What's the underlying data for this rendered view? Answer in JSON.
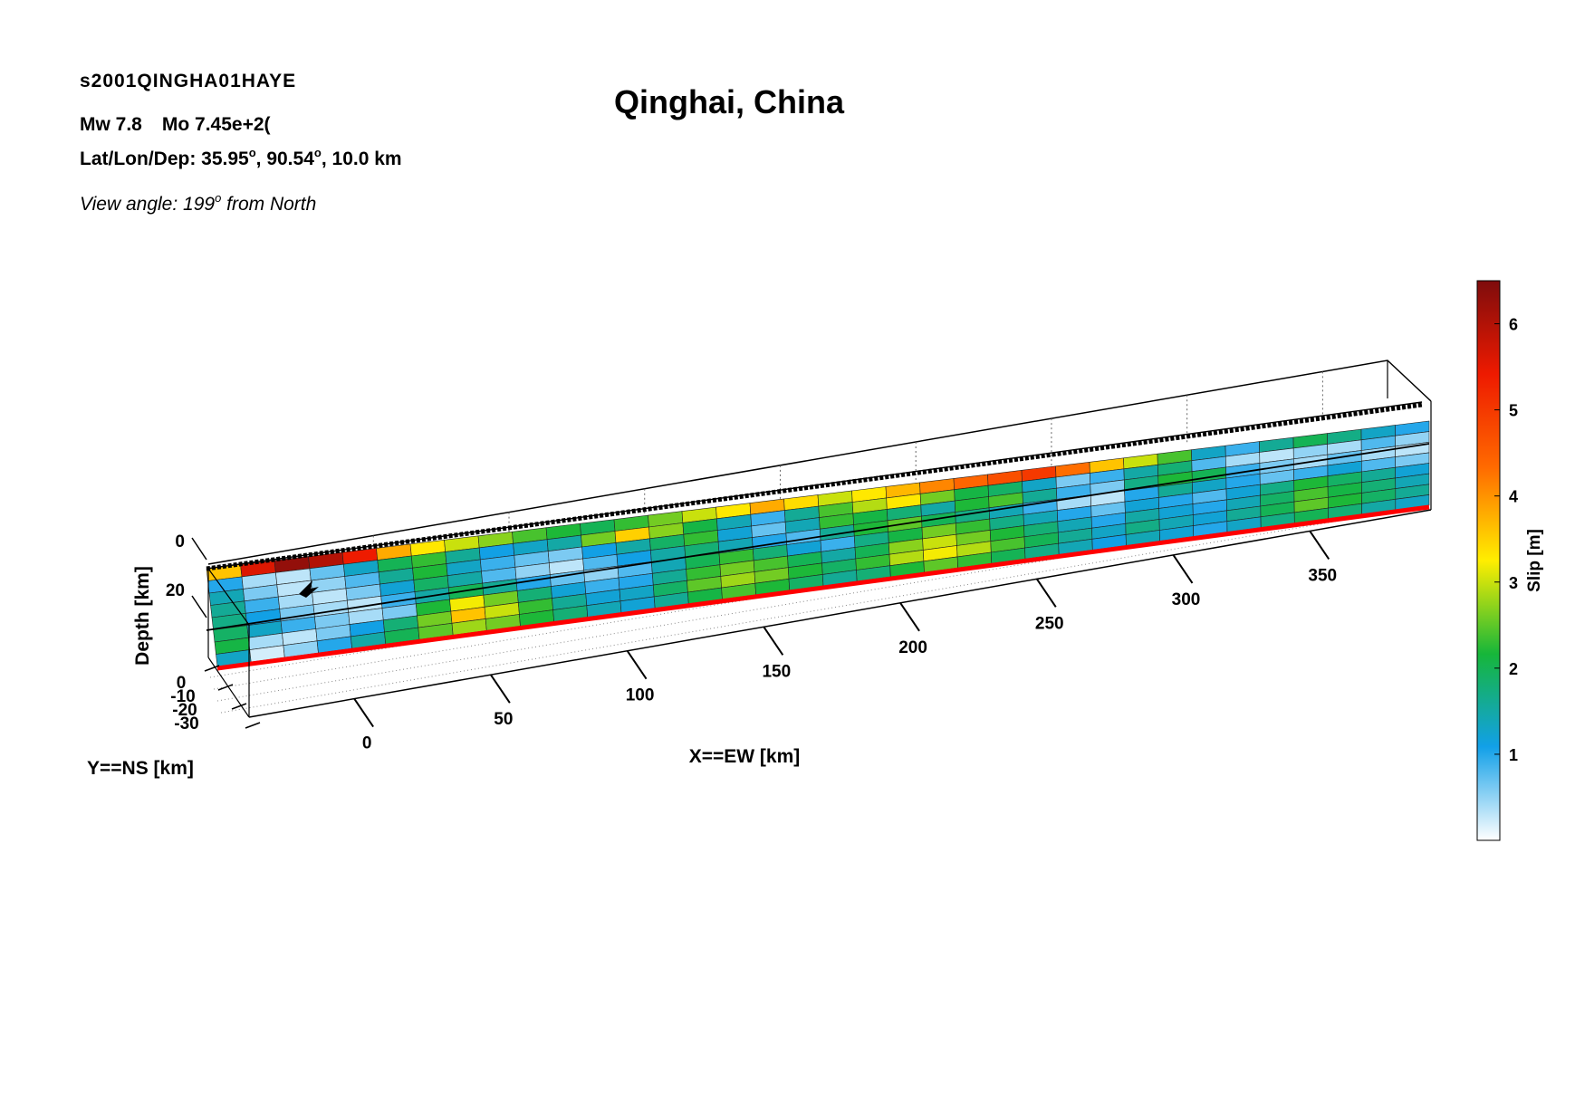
{
  "header": {
    "event_id": "s2001QINGHA01HAYE",
    "mw": "Mw 7.8",
    "mo": "Mo 7.45e+2(",
    "loc_prefix": "Lat/Lon/Dep: 35.95",
    "loc_lon": ", 90.54",
    "loc_dep": ", 10.0 km",
    "view_prefix": "View angle: 199",
    "view_suffix": " from North",
    "degree_mark": "o",
    "title": "Qinghai, China"
  },
  "chart_data": {
    "type": "heatmap",
    "title": "Qinghai, China",
    "xlabel": "X==EW [km]",
    "ylabel": "Y==NS [km]",
    "zlabel": "Depth [km]",
    "x_ticks": [
      "0",
      "50",
      "100",
      "150",
      "200",
      "250",
      "300",
      "350"
    ],
    "y_ticks": [
      "0",
      "-10",
      "-20",
      "-30"
    ],
    "z_ticks": [
      "0",
      "20"
    ],
    "colorbar": {
      "label": "Slip [m]",
      "range": [
        0,
        6.5
      ],
      "ticks": [
        "1",
        "2",
        "3",
        "4",
        "5",
        "6"
      ],
      "colormap": [
        "#ffffff",
        "#12a0e8",
        "#16b63a",
        "#ffee00",
        "#ff6a00",
        "#ee1a00",
        "#7e0c0c"
      ]
    },
    "grid_shape": [
      8,
      36
    ],
    "slip_rows_m": [
      [
        3.6,
        5.6,
        6.3,
        6.0,
        5.4,
        3.8,
        3.3,
        3.0,
        2.7,
        2.4,
        2.2,
        2.0,
        2.3,
        2.6,
        3.0,
        3.3,
        3.8,
        3.4,
        3.0,
        3.3,
        3.7,
        4.1,
        4.4,
        4.7,
        5.0,
        4.3,
        3.6,
        3.0,
        2.4,
        1.3,
        0.9,
        1.6,
        2.0,
        1.7,
        1.3,
        1.0
      ],
      [
        1.0,
        0.4,
        0.3,
        0.7,
        1.3,
        2.0,
        2.3,
        1.6,
        1.1,
        1.3,
        1.5,
        2.6,
        3.5,
        2.7,
        2.1,
        1.4,
        0.9,
        1.6,
        2.4,
        2.9,
        3.3,
        2.6,
        2.1,
        1.9,
        1.3,
        0.6,
        0.9,
        1.5,
        1.8,
        0.8,
        0.4,
        0.3,
        0.5,
        0.4,
        0.8,
        0.5
      ],
      [
        1.4,
        0.6,
        0.3,
        0.5,
        0.8,
        1.6,
        2.2,
        1.3,
        0.9,
        0.7,
        0.6,
        1.1,
        1.5,
        1.9,
        2.3,
        1.2,
        0.7,
        1.4,
        2.3,
        2.1,
        1.8,
        1.5,
        2.2,
        2.4,
        1.6,
        0.9,
        0.6,
        1.7,
        2.2,
        2.0,
        0.9,
        0.6,
        0.4,
        0.7,
        0.4,
        0.3
      ],
      [
        1.6,
        0.9,
        0.4,
        0.3,
        0.6,
        1.2,
        1.9,
        1.5,
        0.8,
        0.5,
        0.3,
        0.8,
        1.1,
        1.5,
        1.8,
        1.4,
        1.0,
        0.8,
        1.6,
        2.2,
        2.5,
        2.0,
        1.7,
        1.4,
        0.9,
        0.4,
        0.3,
        1.0,
        1.6,
        1.3,
        1.0,
        0.7,
        0.9,
        1.2,
        0.8,
        0.6
      ],
      [
        1.7,
        1.1,
        0.6,
        0.4,
        0.3,
        0.9,
        1.5,
        2.0,
        1.6,
        1.0,
        0.7,
        0.5,
        0.8,
        1.4,
        2.0,
        2.3,
        1.8,
        1.2,
        0.9,
        1.7,
        2.1,
        2.6,
        2.3,
        1.7,
        1.4,
        1.0,
        0.7,
        1.2,
        1.0,
        0.8,
        1.2,
        1.7,
        2.2,
        1.9,
        1.6,
        1.2
      ],
      [
        1.9,
        1.3,
        0.9,
        0.6,
        0.4,
        0.6,
        2.2,
        3.2,
        2.6,
        1.8,
        1.2,
        0.9,
        1.0,
        1.6,
        2.3,
        2.6,
        2.4,
        2.0,
        1.5,
        2.0,
        2.7,
        3.0,
        2.6,
        2.2,
        1.8,
        1.4,
        1.0,
        1.5,
        1.2,
        1.0,
        1.4,
        1.9,
        2.4,
        2.1,
        1.8,
        1.4
      ],
      [
        2.1,
        0.4,
        0.3,
        0.6,
        1.1,
        1.8,
        2.6,
        3.6,
        3.0,
        2.3,
        1.6,
        1.2,
        1.3,
        1.9,
        2.5,
        2.8,
        2.6,
        2.2,
        1.9,
        2.3,
        2.9,
        3.2,
        2.9,
        2.4,
        2.0,
        1.6,
        1.3,
        1.7,
        1.4,
        1.2,
        1.6,
        2.0,
        2.5,
        2.2,
        1.9,
        1.6
      ],
      [
        1.3,
        0.2,
        0.5,
        1.0,
        1.5,
        2.0,
        2.5,
        2.8,
        2.6,
        2.2,
        1.8,
        1.4,
        1.2,
        1.6,
        2.1,
        2.4,
        2.2,
        1.9,
        1.6,
        1.8,
        2.2,
        2.5,
        2.3,
        2.0,
        1.7,
        1.4,
        1.1,
        1.4,
        1.2,
        1.0,
        1.3,
        1.7,
        2.0,
        1.8,
        1.5,
        1.3
      ]
    ],
    "hypocenter_marker": "arrow",
    "grid": true
  }
}
